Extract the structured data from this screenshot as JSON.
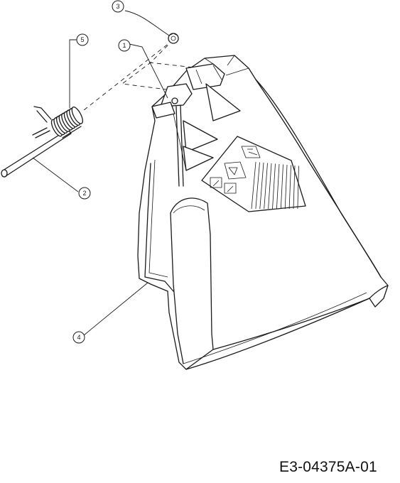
{
  "drawing_code": "E3-04375A-01",
  "callouts": [
    {
      "id": "callout-3",
      "label": "3"
    },
    {
      "id": "callout-5",
      "label": "5"
    },
    {
      "id": "callout-1",
      "label": "1"
    },
    {
      "id": "callout-2",
      "label": "2"
    },
    {
      "id": "callout-4",
      "label": "4"
    }
  ],
  "icons": [
    "nut-icon",
    "spring-icon",
    "rod-icon",
    "deflector-shield-icon",
    "warning-decal-icon"
  ]
}
